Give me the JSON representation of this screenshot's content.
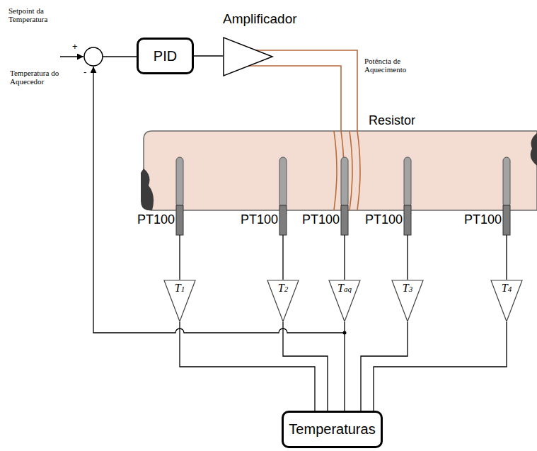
{
  "diagram": {
    "nodes": [
      {
        "text": [
          "PID"
        ]
      },
      {
        "text": [
          "Amplificador"
        ]
      },
      {
        "text": [
          "T1"
        ]
      },
      {
        "text": [
          "T2"
        ]
      },
      {
        "text": [
          "Taq"
        ]
      },
      {
        "text": [
          "T3"
        ]
      },
      {
        "text": [
          "T4"
        ]
      },
      {
        "text": [
          "Temperaturas"
        ]
      }
    ],
    "edges": [
      {
        "from": 0,
        "to": 1,
        "arrow": "none"
      },
      {
        "from": 2,
        "to": 7,
        "arrow": "none"
      },
      {
        "from": 3,
        "to": 7,
        "arrow": "none"
      },
      {
        "from": 4,
        "to": 7,
        "arrow": "none"
      },
      {
        "from": 5,
        "to": 7,
        "arrow": "none"
      },
      {
        "from": 6,
        "to": 7,
        "arrow": "none"
      }
    ],
    "labels": [
      "Setpoint da Temperatura",
      "+",
      "-",
      "Temperatura do Aquecedor",
      "Potência de Aquecimento",
      "Resistor",
      "PT100",
      "PT100",
      "PT100",
      "PT100",
      "PT100"
    ]
  }
}
